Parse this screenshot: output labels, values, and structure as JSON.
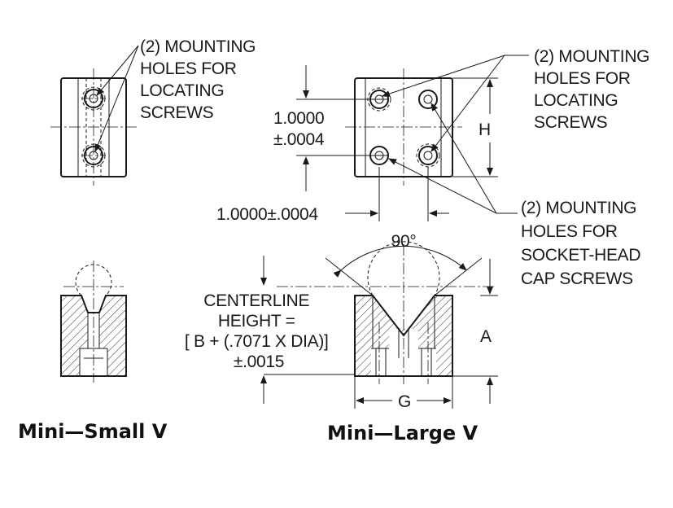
{
  "labels": {
    "small_mounting_holes": [
      "(2) MOUNTING",
      "HOLES FOR",
      "LOCATING",
      "SCREWS"
    ],
    "large_mounting_holes_locating": [
      "(2) MOUNTING",
      "HOLES FOR",
      "LOCATING",
      "SCREWS"
    ],
    "large_mounting_holes_socket": [
      "(2) MOUNTING",
      "HOLES FOR",
      "SOCKET-HEAD",
      "CAP SCREWS"
    ],
    "vertical_spacing": [
      "1.0000",
      "±.0004"
    ],
    "horizontal_spacing": "1.0000±.0004",
    "dim_h": "H",
    "angle": "90°",
    "centerline_height": [
      "CENTERLINE",
      "HEIGHT =",
      "[ B + (.7071 X DIA)]",
      "±.0015"
    ],
    "dim_a": "A",
    "dim_g": "G"
  },
  "captions": {
    "small": "Mini—Small V",
    "large": "Mini—Large V"
  },
  "colors": {
    "line": "#1a1a1a",
    "background": "#ffffff"
  }
}
